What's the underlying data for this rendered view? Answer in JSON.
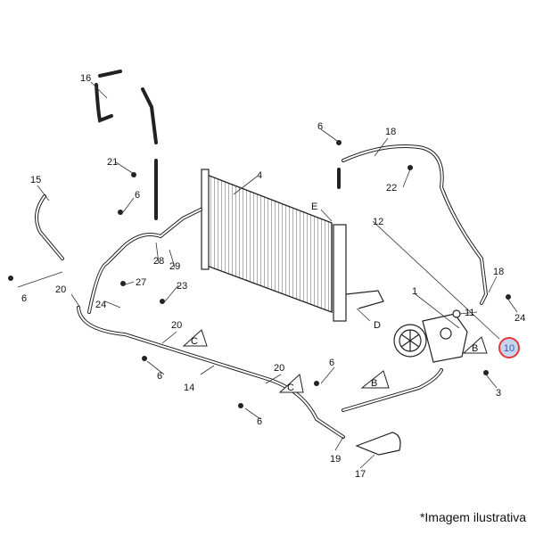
{
  "caption": "*Imagem ilustrativa",
  "highlight_color": "#e53935",
  "callouts": {
    "c1": "1",
    "c3": "3",
    "c4": "4",
    "c6a": "6",
    "c6b": "6",
    "c6c": "6",
    "c6d": "6",
    "c6e": "6",
    "c6f": "6",
    "c10": "10",
    "c11": "11",
    "c12": "12",
    "c14": "14",
    "c15": "15",
    "c16": "16",
    "c17": "17",
    "c18a": "18",
    "c18b": "18",
    "c19": "19",
    "c20a": "20",
    "c20b": "20",
    "c20c": "20",
    "c21": "21",
    "c22": "22",
    "c23": "23",
    "c24a": "24",
    "c24b": "24",
    "c27": "27",
    "c28": "28",
    "c29": "29",
    "cD": "D",
    "cE": "E"
  },
  "triangles": {
    "tB1": "B",
    "tB2": "B",
    "tC1": "C",
    "tC2": "C"
  }
}
